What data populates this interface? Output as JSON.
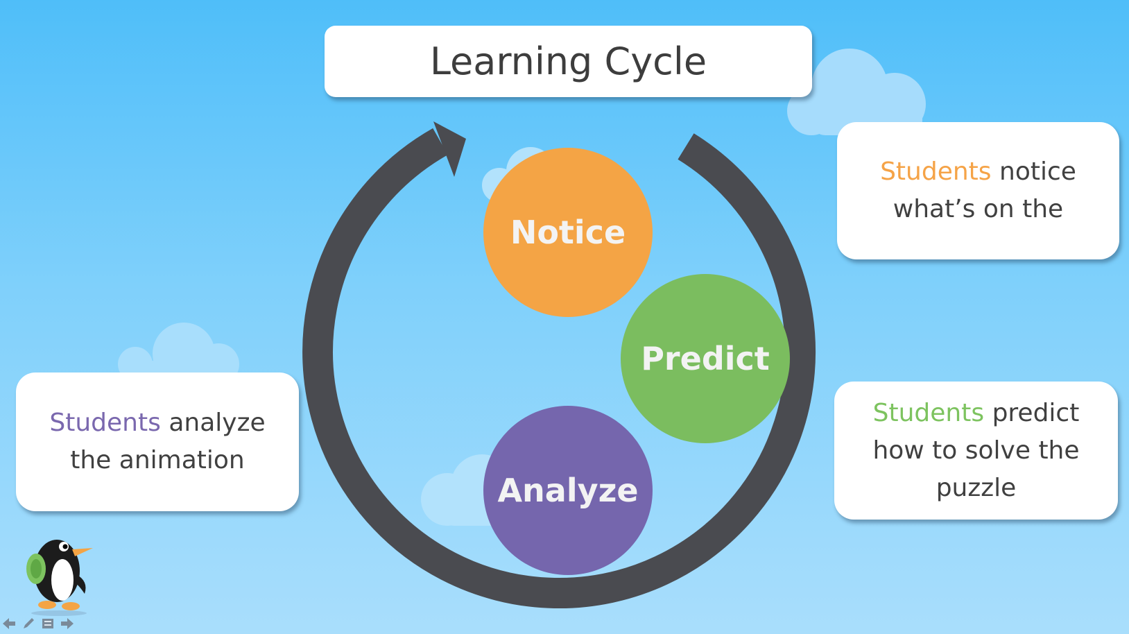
{
  "title": "Learning Cycle",
  "cycle": {
    "notice": "Notice",
    "predict": "Predict",
    "analyze": "Analyze"
  },
  "cards": {
    "notice": {
      "highlight": "Students",
      "rest": " notice what’s on the"
    },
    "predict": {
      "highlight": "Students",
      "rest": " predict how to solve the puzzle"
    },
    "analyze": {
      "highlight": "Students",
      "rest": " analyze the animation"
    }
  },
  "colors": {
    "notice": "#f4a445",
    "predict": "#7bbd5f",
    "analyze": "#7566ad",
    "arrow": "#4a4b50",
    "background": "#6ccbfb"
  },
  "icons": [
    "cloud-icon",
    "cycle-arrow-icon",
    "penguin-mascot",
    "back-arrow-icon",
    "pen-icon",
    "menu-icon",
    "forward-arrow-icon"
  ]
}
